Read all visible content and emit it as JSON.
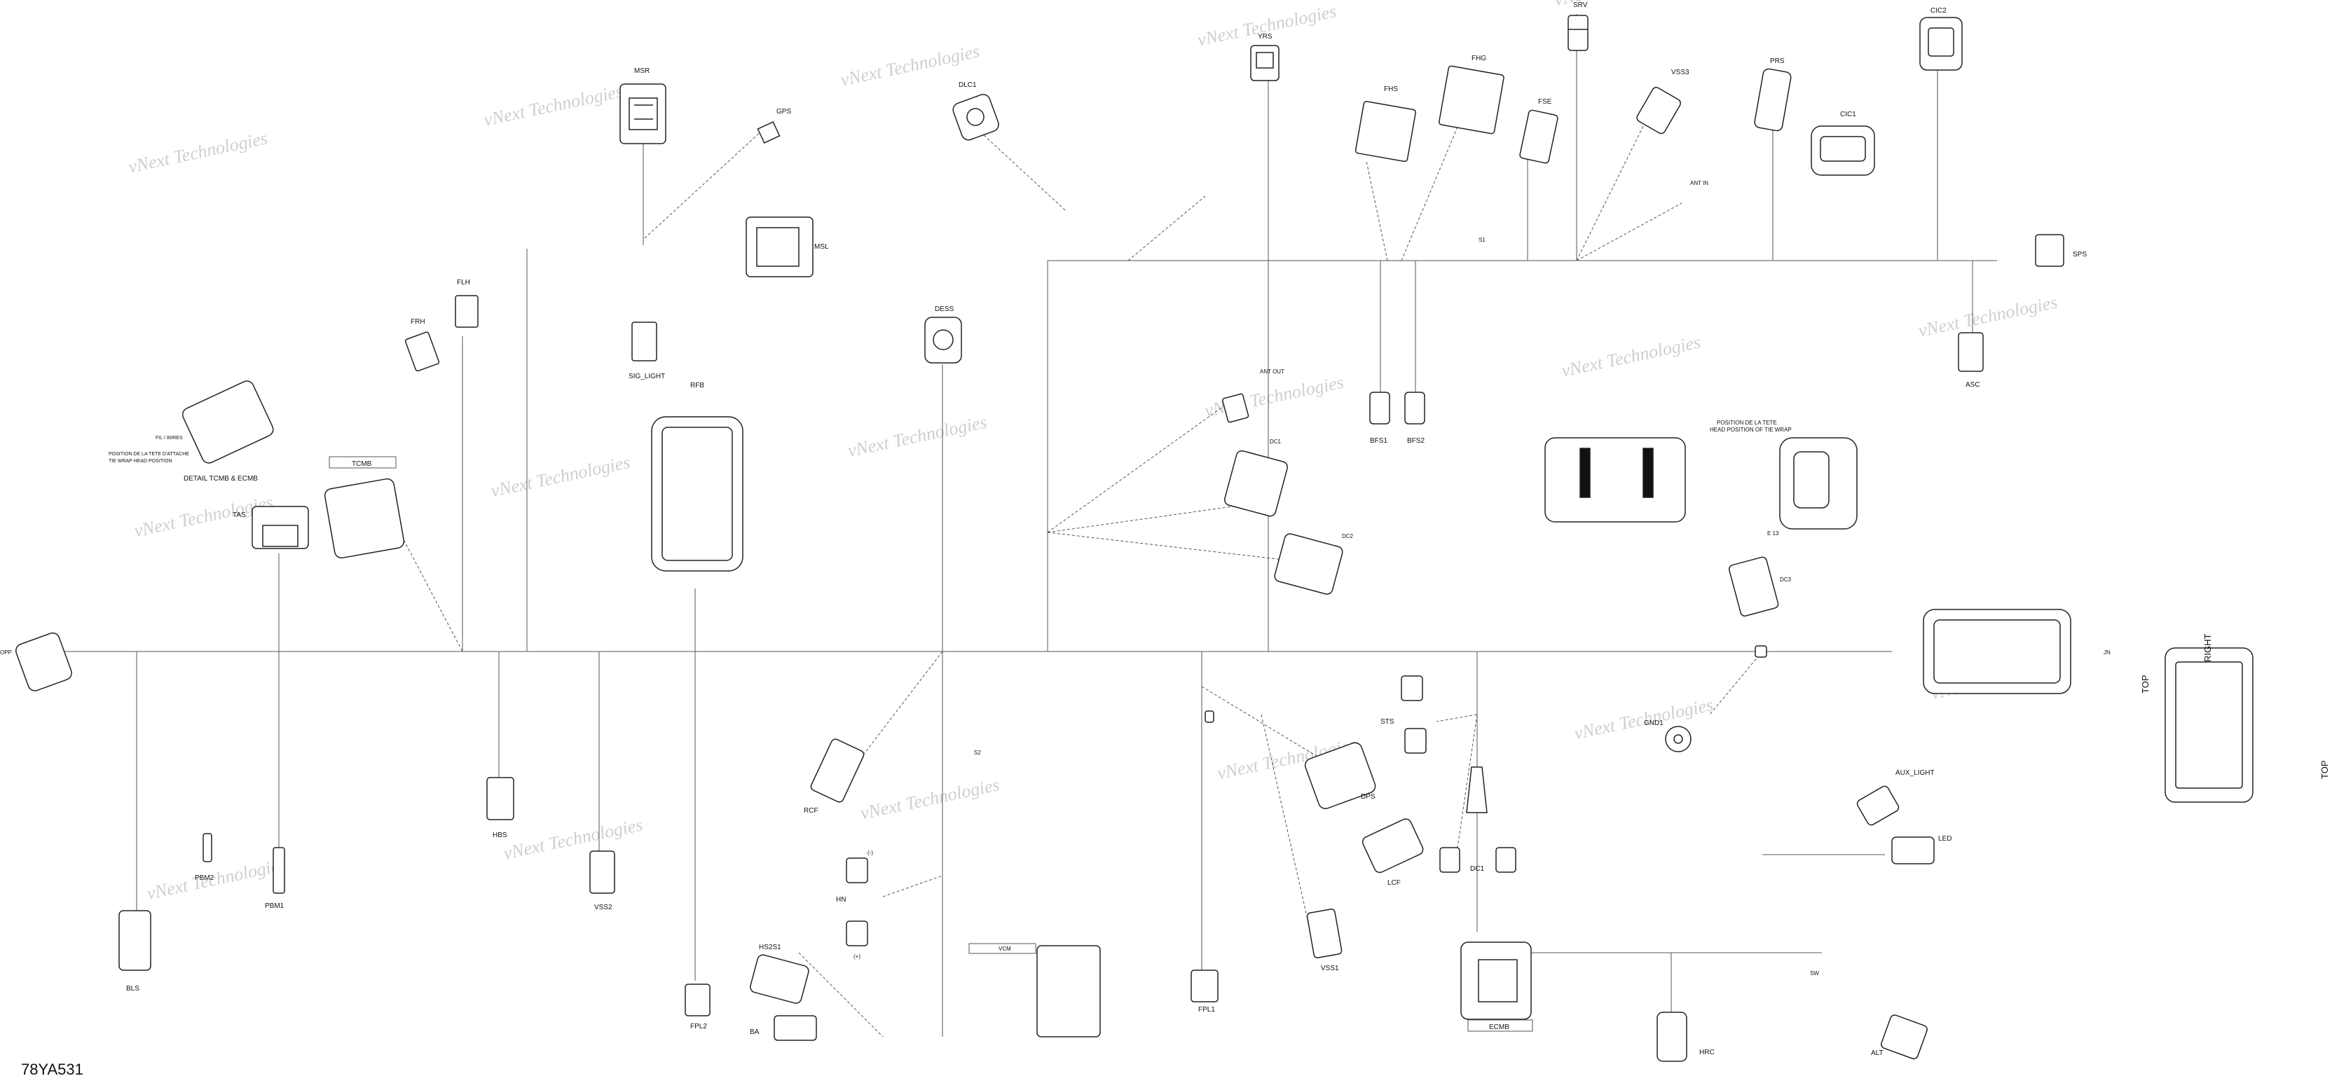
{
  "drawing_ref": "78YA531",
  "watermark": "vNext Technologies",
  "colors": {
    "line": "#555555",
    "stroke": "#222222",
    "watermark": "#cfcfcf"
  },
  "labels": {
    "msr": "MSR",
    "gps": "GPS",
    "dlc1": "DLC1",
    "yrs": "YRS",
    "srv": "SRV",
    "fhs": "FHS",
    "fhg": "FHG",
    "fse": "FSE",
    "vss3": "VSS3",
    "prs": "PRS",
    "cic2": "CIC2",
    "cic1": "CIC1",
    "sps": "SPS",
    "asc": "ASC",
    "msl": "MSL",
    "flh": "FLH",
    "frh": "FRH",
    "sig_light": "SIG_LIGHT",
    "dess": "DESS",
    "rfb": "RFB",
    "tcmb": "TCMB",
    "tas": "TAS",
    "detail": "DETAIL TCMB & ECMB",
    "pos_fr": "POSITION DE LA TETE D'ATTACHE",
    "pos_en": "TIE WRAP HEAD POSITION",
    "fl_wires": "FIL / WIRES",
    "ant_out": "ANT OUT",
    "ant_in": "ANT IN",
    "bfs1": "BFS1",
    "bfs2": "BFS2",
    "dc1_top": "DC1",
    "dc2": "DC2",
    "dc3": "DC3",
    "pos_fr2": "POSITION DE LA TETE",
    "pos_en2": "HEAD POSITION OF TIE WRAP",
    "e13": "E 13",
    "jn": "JN",
    "gnd1": "GND1",
    "sts": "STS",
    "dps": "DPS",
    "lcf": "LCF",
    "dc1_bot": "DC1",
    "aux_light": "AUX_LIGHT",
    "led": "LED",
    "top": "TOP",
    "right": "RIGHT",
    "bls": "BLS",
    "pbm2": "PBM2",
    "pbm1": "PBM1",
    "hbs": "HBS",
    "vss2": "VSS2",
    "fpl2": "FPL2",
    "hs2s1": "HS2S1",
    "ba": "BA",
    "hn": "HN",
    "rcf": "RCF",
    "vcm": "VCM",
    "fpl1": "FPL1",
    "vss1": "VSS1",
    "ecmb": "ECMB",
    "hrc": "HRC",
    "alt": "ALT",
    "opp": "OPP",
    "s1": "S1",
    "s2": "S2",
    "sw": "SW",
    "lb": "(-)",
    "lb2": "(+)"
  }
}
